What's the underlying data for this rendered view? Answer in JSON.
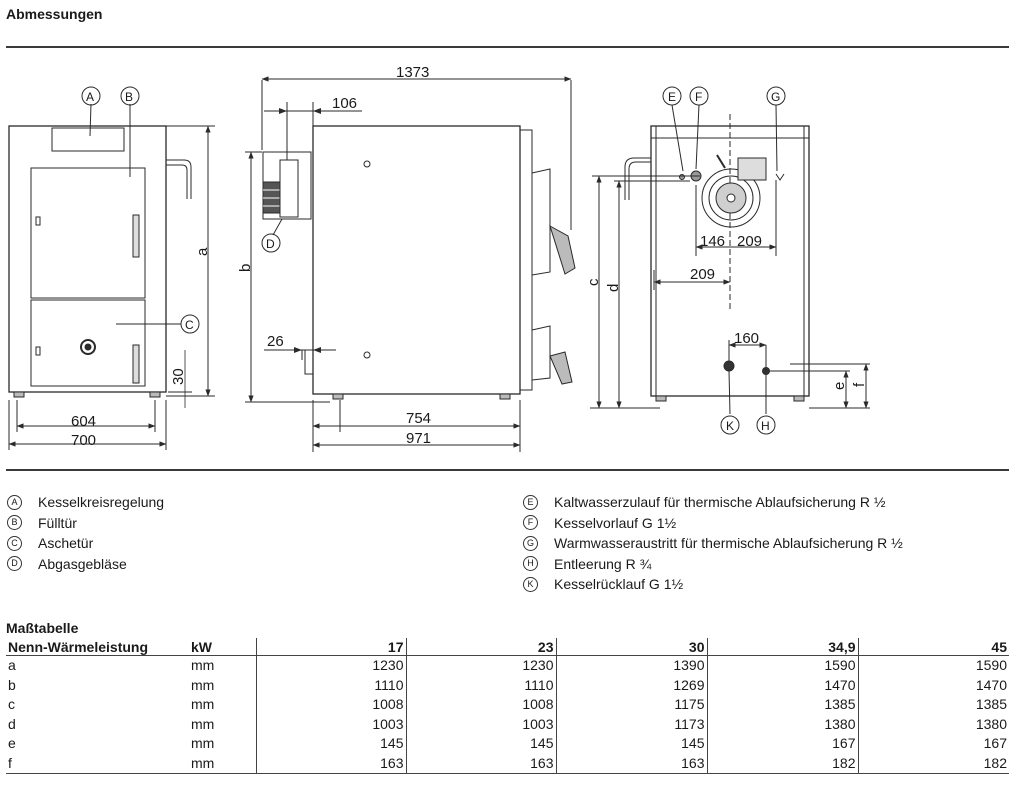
{
  "title": "Abmessungen",
  "drawing": {
    "callouts": {
      "a": "A",
      "b": "B",
      "c": "C",
      "d": "D",
      "e": "E",
      "f": "F",
      "g": "G",
      "h": "H",
      "k": "K"
    },
    "dims": {
      "d1373": "1373",
      "d106": "106",
      "d604": "604",
      "d700": "700",
      "d754": "754",
      "d971": "971",
      "d26": "26",
      "d30": "30",
      "d146": "146",
      "d209a": "209",
      "d209b": "209",
      "d160": "160",
      "la": "a",
      "lb": "b",
      "lc": "c",
      "ld": "d",
      "le": "e",
      "lf": "f"
    }
  },
  "legend": {
    "left": [
      {
        "letter": "A",
        "text": "Kesselkreisregelung"
      },
      {
        "letter": "B",
        "text": "Fülltür"
      },
      {
        "letter": "C",
        "text": "Aschetür"
      },
      {
        "letter": "D",
        "text": "Abgasgebläse"
      }
    ],
    "right": [
      {
        "letter": "E",
        "text": "Kaltwasserzulauf für thermische Ablaufsicherung R ½"
      },
      {
        "letter": "F",
        "text": "Kesselvorlauf G 1½"
      },
      {
        "letter": "G",
        "text": "Warmwasseraustritt für thermische Ablaufsicherung R ½"
      },
      {
        "letter": "H",
        "text": "Entleerung R ¾"
      },
      {
        "letter": "K",
        "text": "Kesselrücklauf G 1½"
      }
    ]
  },
  "table": {
    "title": "Maßtabelle",
    "header": {
      "label": "Nenn-Wärmeleistung",
      "unit": "kW",
      "cols": [
        "17",
        "23",
        "30",
        "34,9",
        "45"
      ]
    },
    "rows": [
      {
        "label": "a",
        "unit": "mm",
        "values": [
          "1230",
          "1230",
          "1390",
          "1590",
          "1590"
        ]
      },
      {
        "label": "b",
        "unit": "mm",
        "values": [
          "1110",
          "1110",
          "1269",
          "1470",
          "1470"
        ]
      },
      {
        "label": "c",
        "unit": "mm",
        "values": [
          "1008",
          "1008",
          "1175",
          "1385",
          "1385"
        ]
      },
      {
        "label": "d",
        "unit": "mm",
        "values": [
          "1003",
          "1003",
          "1173",
          "1380",
          "1380"
        ]
      },
      {
        "label": "e",
        "unit": "mm",
        "values": [
          "145",
          "145",
          "145",
          "167",
          "167"
        ]
      },
      {
        "label": "f",
        "unit": "mm",
        "values": [
          "163",
          "163",
          "163",
          "182",
          "182"
        ]
      }
    ]
  }
}
